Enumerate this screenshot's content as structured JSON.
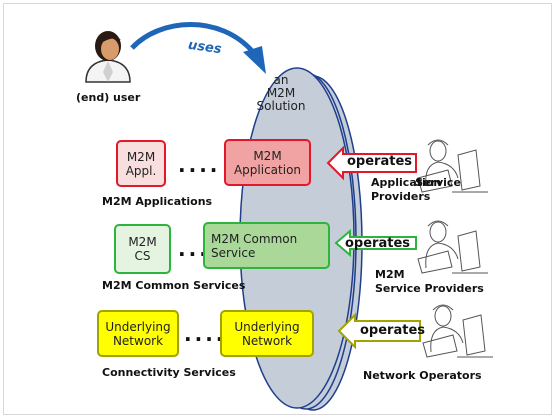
{
  "user": {
    "label": "(end) user",
    "uses_label": "uses"
  },
  "solution": {
    "line1": "an",
    "line2": "M2M",
    "line3": "Solution"
  },
  "rows": {
    "applications": {
      "left_box": [
        "M2M",
        "Appl."
      ],
      "right_box": [
        "M2M",
        "Application"
      ],
      "caption": "M2M Applications",
      "operates": "operates",
      "operator_label": [
        "Application",
        "Service",
        "Providers"
      ]
    },
    "common_services": {
      "left_box": [
        "M2M",
        "CS"
      ],
      "right_box": [
        "M2M Common",
        "Service"
      ],
      "caption": "M2M Common Services",
      "operates": "operates",
      "operator_label": [
        "M2M",
        "Service Providers"
      ]
    },
    "network": {
      "left_box": [
        "Underlying",
        "Network"
      ],
      "right_box": [
        "Underlying",
        "Network"
      ],
      "caption": "Connectivity Services",
      "operates": "operates",
      "operator_label": [
        "Network Operators"
      ]
    }
  },
  "dots": "....",
  "colors": {
    "ellipse_fill": "#c5cdd9",
    "ellipse_stroke": "#1f3e8c",
    "uses_arrow": "#1f66b8",
    "red": "#e2182a",
    "green": "#2db43d",
    "yellow": "#a3a300"
  }
}
